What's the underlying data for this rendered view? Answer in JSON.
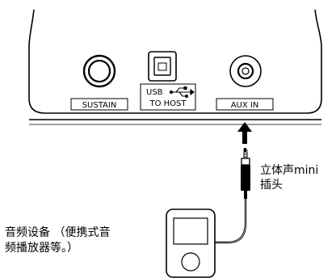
{
  "panel": {
    "sustain_label": "SUSTAIN",
    "usb_label_line1": "USB",
    "usb_label_line2": "TO HOST",
    "aux_label": "AUX IN"
  },
  "icons": {
    "usb_symbol": "usb-trident-icon"
  },
  "callouts": {
    "plug_line1": "立体声mini",
    "plug_line2": "插头",
    "device_line1": "音频设备 （便携式音",
    "device_line2": "频播放器等。）"
  }
}
